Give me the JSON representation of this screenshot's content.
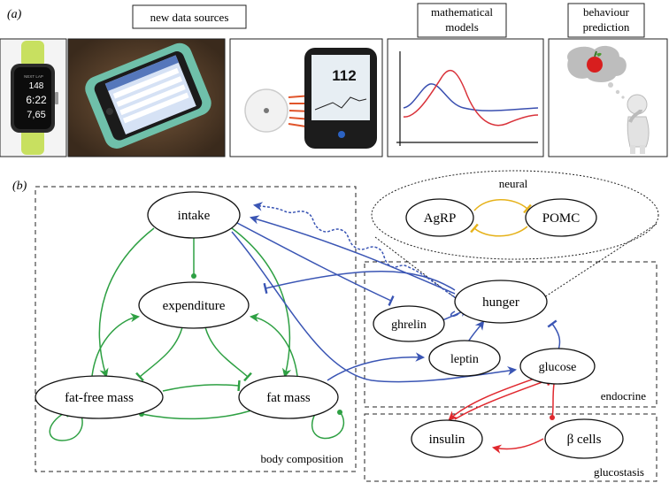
{
  "panel_a": {
    "label": "(a)",
    "header_new_data": "new data sources",
    "header_models_l1": "mathematical",
    "header_models_l2": "models",
    "header_behaviour_l1": "behaviour",
    "header_behaviour_l2": "prediction",
    "watch": {
      "line1": "148",
      "line2": "6:22",
      "line3": "7,65",
      "small": "NEXT LAP"
    },
    "glucose_reader": {
      "value": "112"
    },
    "model_chart": {
      "series": [
        {
          "color": "#3a4fb0"
        },
        {
          "color": "#d9323a"
        }
      ]
    }
  },
  "panel_b": {
    "label": "(b)",
    "nodes": {
      "intake": "intake",
      "expenditure": "expenditure",
      "fat_free_mass": "fat-free mass",
      "fat_mass": "fat mass",
      "agrp": "AgRP",
      "pomc": "POMC",
      "hunger": "hunger",
      "ghrelin": "ghrelin",
      "leptin": "leptin",
      "glucose": "glucose",
      "insulin": "insulin",
      "beta_cells": "β cells"
    },
    "regions": {
      "neural": "neural",
      "body_composition": "body composition",
      "endocrine": "endocrine",
      "glucostasis": "glucostasis"
    },
    "colors": {
      "green": "#2ea043",
      "blue": "#3a55b4",
      "red": "#e0282e",
      "yellow": "#e6b21a"
    }
  }
}
